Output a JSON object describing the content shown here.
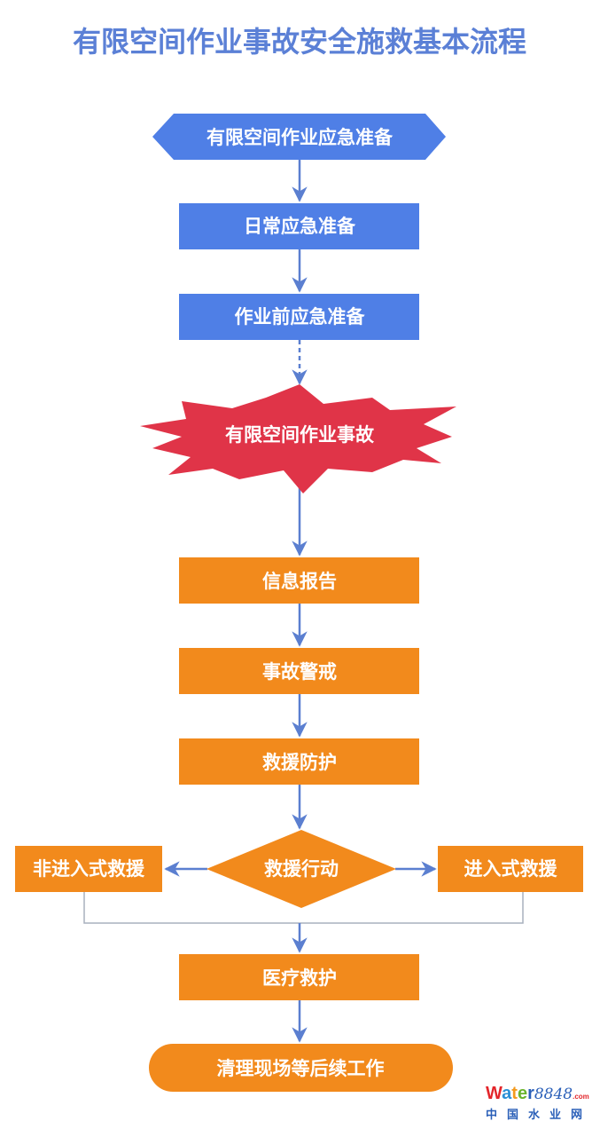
{
  "title": "有限空间作业事故安全施救基本流程",
  "nodes": {
    "start": "有限空间作业应急准备",
    "daily": "日常应急准备",
    "pre_work": "作业前应急准备",
    "accident": "有限空间作业事故",
    "report": "信息报告",
    "alert": "事故警戒",
    "protection": "救援防护",
    "rescue_action": "救援行动",
    "non_entry": "非进入式救援",
    "entry": "进入式救援",
    "medical": "医疗救护",
    "cleanup": "清理现场等后续工作"
  },
  "logo": {
    "brand": "Water8848.com",
    "cn": "中国水业网"
  },
  "colors": {
    "blue": "#4f7fe6",
    "orange": "#f28a1c",
    "red": "#e03448",
    "arrow": "#5b7fd0",
    "title": "#5b80d6"
  }
}
